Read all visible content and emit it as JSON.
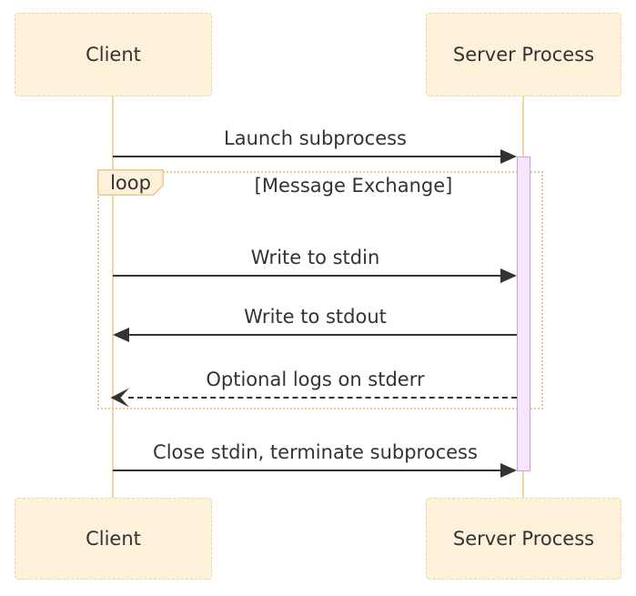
{
  "diagram": {
    "type": "sequence",
    "actors": [
      {
        "name": "Client"
      },
      {
        "name": "Server Process"
      }
    ],
    "messages": [
      {
        "text": "Launch subprocess",
        "from": "Client",
        "to": "Server Process",
        "line": "solid",
        "direction": "right"
      },
      {
        "text": "Write to stdin",
        "from": "Client",
        "to": "Server Process",
        "line": "solid",
        "direction": "right"
      },
      {
        "text": "Write to stdout",
        "from": "Server Process",
        "to": "Client",
        "line": "solid",
        "direction": "left"
      },
      {
        "text": "Optional logs on stderr",
        "from": "Server Process",
        "to": "Client",
        "line": "dashed",
        "direction": "left"
      },
      {
        "text": "Close stdin, terminate subprocess",
        "from": "Client",
        "to": "Server Process",
        "line": "solid",
        "direction": "right"
      }
    ],
    "loop": {
      "label": "loop",
      "condition": "[Message Exchange]"
    },
    "colors": {
      "background": "#ffffff",
      "text": "#333333",
      "actor_fill": "#fdf1da",
      "actor_border": "#e8d8ab",
      "lifeline": "#eed7a4",
      "loop_border": "#ecc88d",
      "activation_fill": "#f6e5fd",
      "activation_border": "#cf9ee2",
      "arrow": "#333333"
    }
  }
}
